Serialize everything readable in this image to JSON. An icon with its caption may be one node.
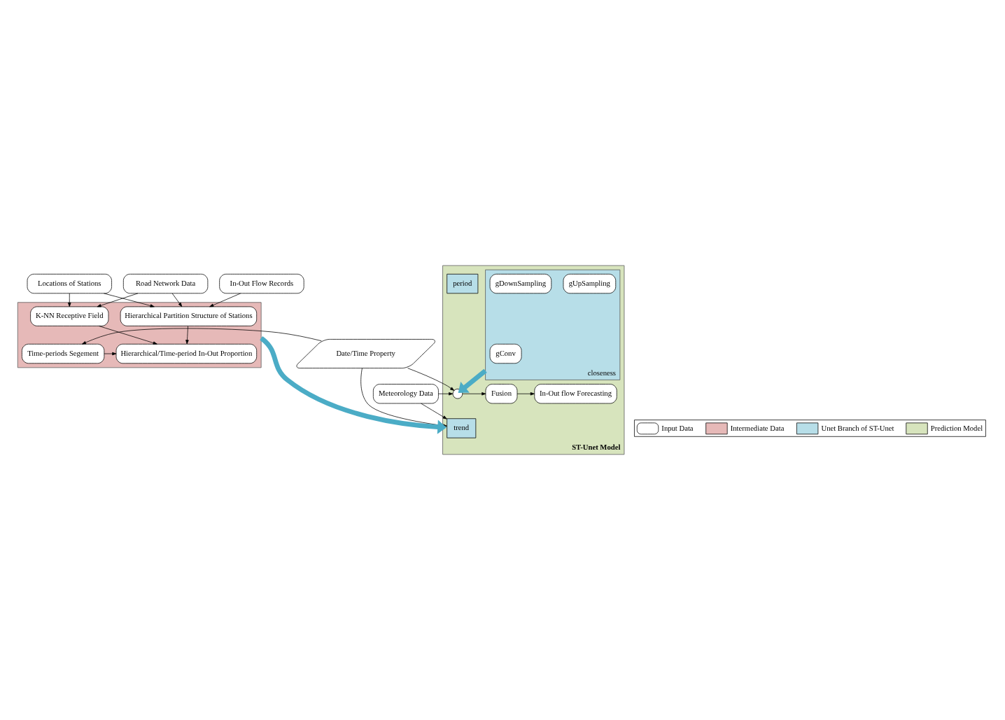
{
  "diagram": {
    "nodes": [
      {
        "text": [
          "In-Out Flow Records"
        ]
      },
      {
        "text": [
          "Locations of Stations"
        ]
      },
      {
        "text": [
          "Road Network Data"
        ]
      },
      {
        "text": [],
        "shape": "box"
      },
      {
        "text": [
          "Hierarchical Partition Structure of Stations"
        ],
        "in": 3
      },
      {
        "text": [
          "K-NN Receptive Field"
        ],
        "in": 3
      },
      {
        "text": [
          "Date/Time Property"
        ]
      },
      {
        "text": [
          "Time-periods Segement"
        ],
        "in": 3
      },
      {
        "text": [
          "Hierarchical/Time-period In-Out Proportion"
        ],
        "in": 3
      },
      {
        "text": [
          "ST-Unet Model"
        ]
      },
      {
        "text": [
          "trend"
        ],
        "in": 9
      },
      {
        "text": [
          "period"
        ],
        "in": 9
      },
      {
        "text": [
          "closeness"
        ],
        "in": 9
      },
      {
        "text": [
          "gConv"
        ],
        "in": 12
      },
      {
        "text": [
          "gUpSampling"
        ],
        "in": 12
      },
      {
        "text": [
          "gDownSampling"
        ],
        "in": 12
      },
      {
        "text": [
          "Meteorology Data"
        ]
      },
      {
        "text": [],
        "shape": "circle",
        "in": 9
      },
      {
        "text": [
          "Fusion"
        ],
        "in": 9
      },
      {
        "text": [
          "In-Out flow Forecasting"
        ],
        "in": 9
      }
    ],
    "edges": [
      {
        "from": 0,
        "to": 4,
        "arrow": "to"
      },
      {
        "from": 1,
        "to": 4,
        "arrow": "to"
      },
      {
        "from": 1,
        "to": 5,
        "arrow": "to"
      },
      {
        "from": 2,
        "to": 4,
        "arrow": "to"
      },
      {
        "from": 2,
        "to": 5,
        "arrow": "to"
      },
      {
        "from": 4,
        "to": 8,
        "arrow": "to"
      },
      {
        "from": 5,
        "to": 8,
        "arrow": "to"
      },
      {
        "from": 6,
        "to": 7,
        "arrow": "to"
      },
      {
        "from": 7,
        "to": 8,
        "arrow": "to"
      },
      {
        "from": 6,
        "to": 10,
        "arrow": "to"
      },
      {
        "from": 6,
        "to": 17,
        "arrow": "to"
      },
      {
        "from": 16,
        "to": 10,
        "arrow": "to"
      },
      {
        "from": 16,
        "to": 17,
        "arrow": "to"
      },
      {
        "from": 3,
        "to": 9,
        "arrow": "to",
        "style": "thick",
        "color": "#4bacc6"
      },
      {
        "from": 12,
        "to": 17,
        "arrow": "to",
        "style": "thick",
        "color": "#4bacc6"
      },
      {
        "from": 17,
        "to": 18,
        "arrow": "to"
      },
      {
        "from": 18,
        "to": 19,
        "arrow": "to"
      }
    ],
    "legend": [
      {
        "text": "Input Data"
      },
      {
        "text": "Intermediate Data",
        "color": "#e6b9b8"
      },
      {
        "text": "Unet Branch of ST-Unet",
        "color": "#b7dee8"
      },
      {
        "text": "Prediction Model",
        "color": "#d7e4bd"
      }
    ]
  }
}
